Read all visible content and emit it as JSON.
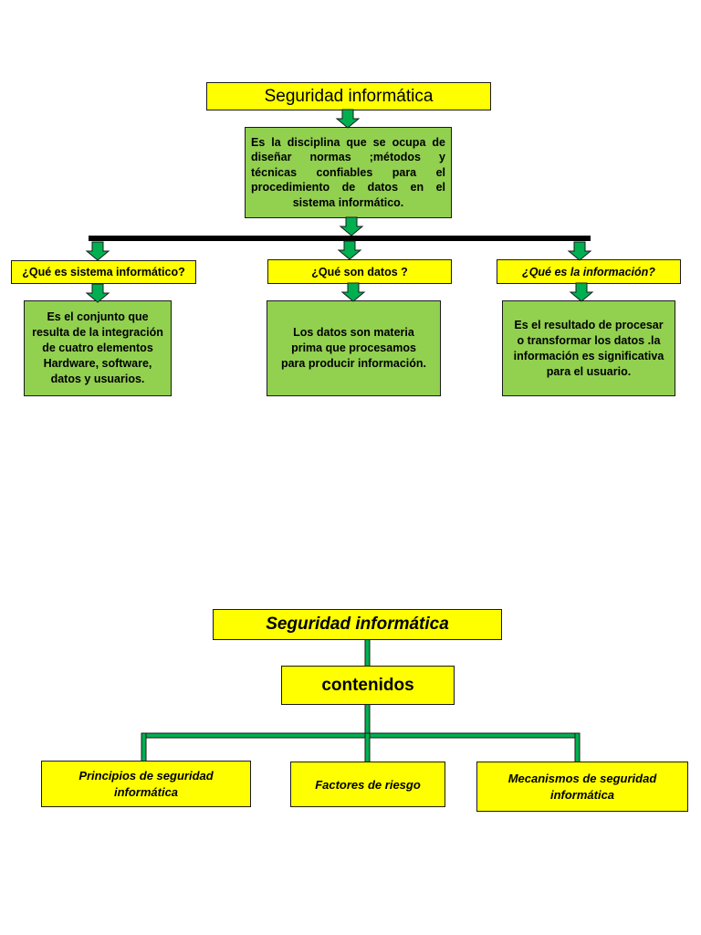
{
  "diagram1": {
    "title": "Seguridad informática",
    "definition": "Es la disciplina que se ocupa de diseñar normas ;métodos y técnicas confiables para el procedimiento de datos en el sistema informático.",
    "branches": [
      {
        "question": "¿Qué es sistema informático?",
        "answer": "Es el conjunto que resulta de la integración de cuatro elementos Hardware, software, datos y usuarios."
      },
      {
        "question": "¿Qué son datos ?",
        "answer": "Los datos son materia prima que procesamos para producir información."
      },
      {
        "question": "¿Qué es la información?",
        "answer": "Es el resultado de procesar o transformar los datos .la información es significativa para el usuario."
      }
    ]
  },
  "diagram2": {
    "title": "Seguridad informática",
    "subtitle": "contenidos",
    "items": [
      {
        "label": "Principios de seguridad informática"
      },
      {
        "label": "Factores de riesgo"
      },
      {
        "label": "Mecanismos de seguridad informática"
      }
    ]
  },
  "colors": {
    "yellow": "#ffff00",
    "green": "#92d050",
    "arrow_green": "#00b050",
    "connector_green": "#00b050",
    "dark_line": "#000000"
  }
}
